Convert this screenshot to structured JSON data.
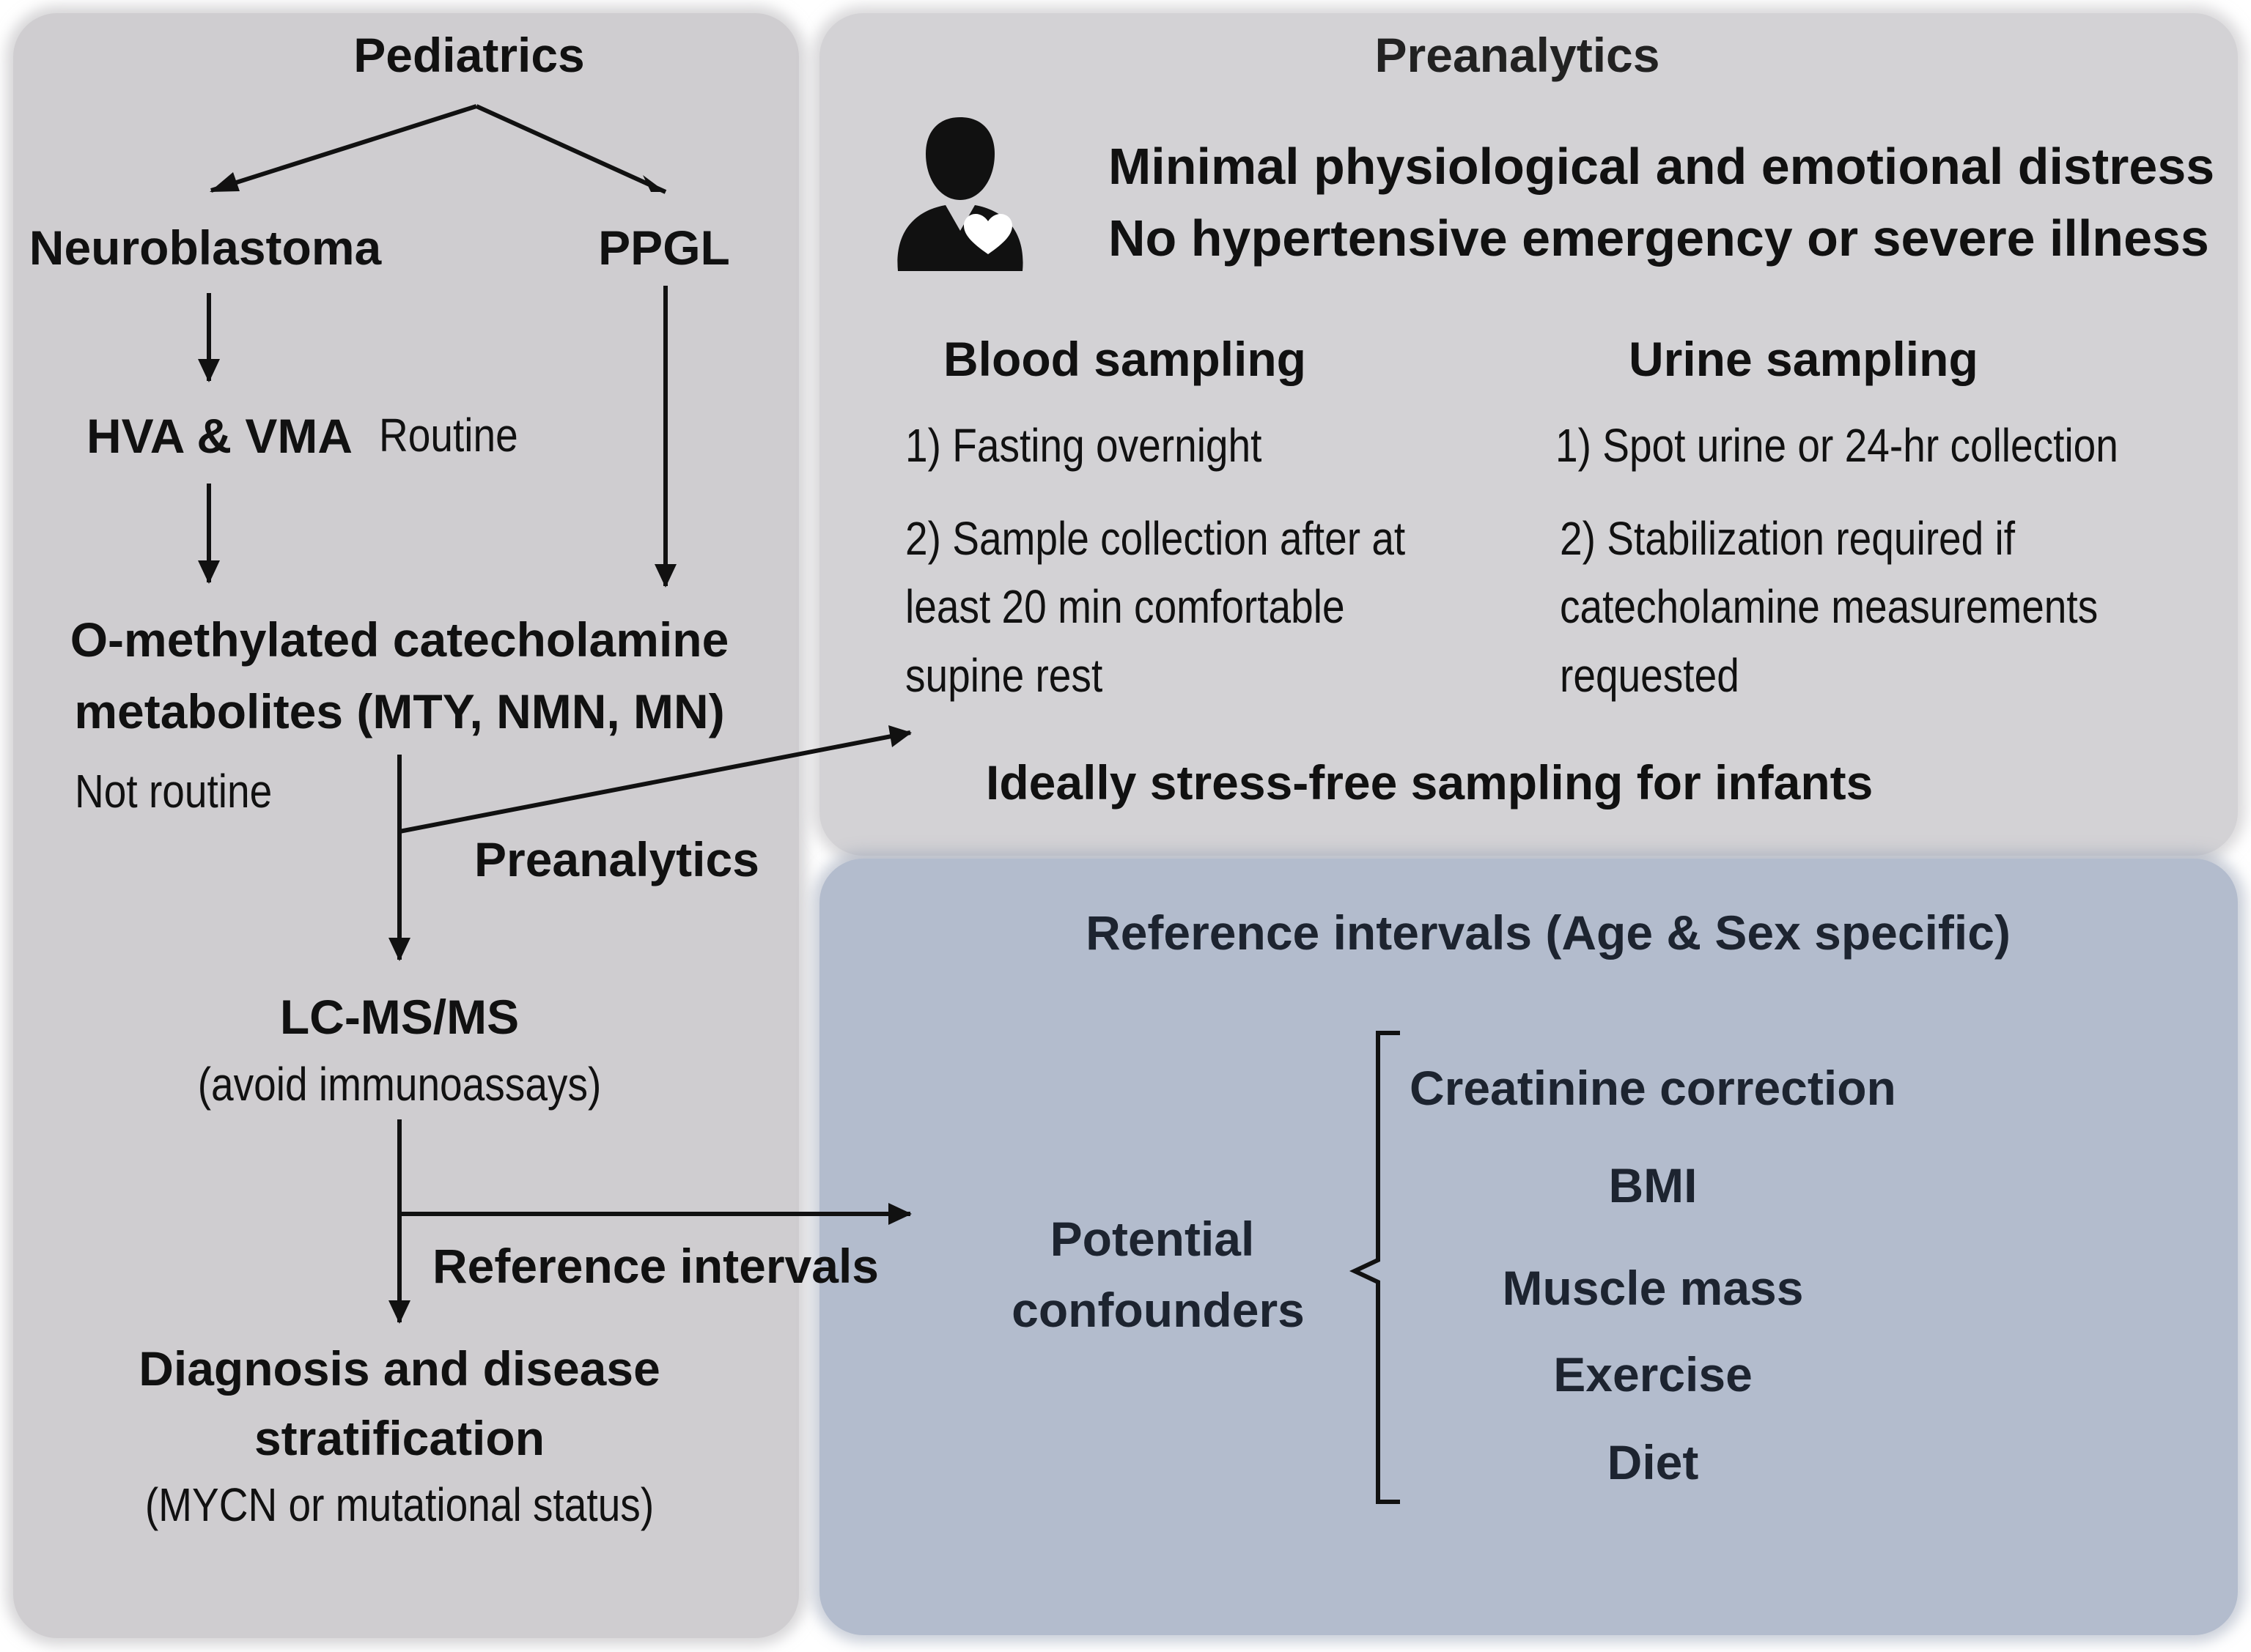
{
  "pediatrics": {
    "title": "Pediatrics",
    "neuroblastoma": "Neuroblastoma",
    "ppgl": "PPGL",
    "hva_vma": "HVA & VMA",
    "routine": "Routine",
    "omethylated_line1": "O-methylated catecholamine",
    "omethylated_line2": "metabolites (MTY, NMN, MN)",
    "not_routine": "Not routine",
    "preanalytics_label": "Preanalytics",
    "lcmsms": "LC-MS/MS",
    "avoid_immunoassays": "(avoid immunoassays)",
    "reference_intervals_label": "Reference  intervals",
    "diagnosis_line1": "Diagnosis and disease",
    "diagnosis_line2": "stratification",
    "mycn": "(MYCN or mutational status)"
  },
  "preanalytics": {
    "title": "Preanalytics",
    "requirement_1": "Minimal physiological and emotional distress",
    "requirement_2": "No hypertensive emergency or severe illness",
    "blood": {
      "heading": "Blood sampling",
      "item_1": "1) Fasting overnight",
      "item_2_line1": "2) Sample collection after at",
      "item_2_line2": "least 20 min comfortable",
      "item_2_line3": "supine rest"
    },
    "urine": {
      "heading": "Urine sampling",
      "item_1": "1) Spot urine or 24-hr collection",
      "item_2_line1": "2) Stabilization required if",
      "item_2_line2": "catecholamine measurements",
      "item_2_line3": "requested"
    },
    "infants": "Ideally stress-free sampling for infants"
  },
  "reference_intervals": {
    "title": "Reference intervals (Age & Sex specific)",
    "confounders_line1": "Potential",
    "confounders_line2": "confounders",
    "items": [
      "Creatinine correction",
      "BMI",
      "Muscle mass",
      "Exercise",
      "Diet"
    ]
  },
  "colors": {
    "left_panel": "#cfcdd0",
    "preanalytics_panel": "#d3d2d5",
    "reference_panel": "#b3bccd",
    "text": "#111111"
  },
  "icons": {
    "person": "person-with-heart-icon"
  }
}
